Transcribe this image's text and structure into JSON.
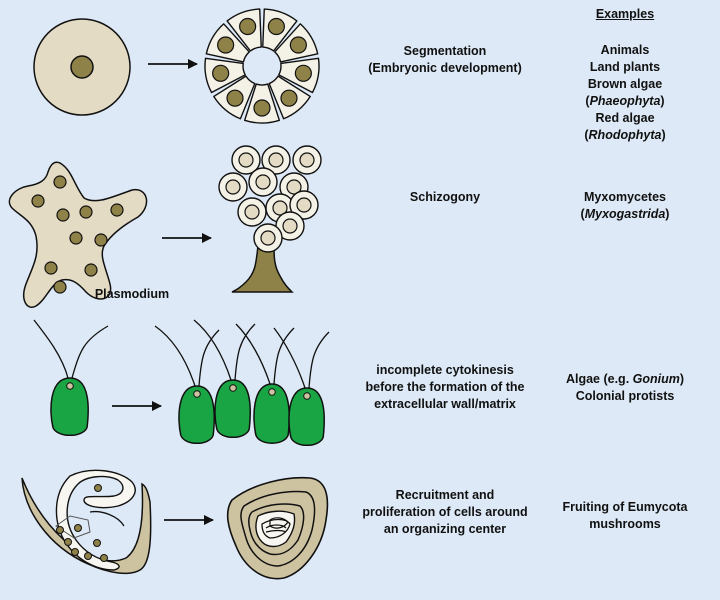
{
  "header": {
    "examples": "Examples"
  },
  "rows": [
    {
      "process": [
        "Segmentation",
        "(Embryonic development)"
      ],
      "examples": [
        {
          "text": "Animals"
        },
        {
          "text": "Land plants"
        },
        {
          "text": "Brown algae"
        },
        {
          "pre": "(",
          "italic": "Phaeophyta",
          "post": ")"
        },
        {
          "text": "Red algae"
        },
        {
          "pre": "(",
          "italic": "Rhodophyta",
          "post": ")"
        }
      ]
    },
    {
      "process": [
        "Schizogony"
      ],
      "label": "Plasmodium",
      "examples": [
        {
          "text": "Myxomycetes"
        },
        {
          "pre": "(",
          "italic": "Myxogastrida",
          "post": ")"
        }
      ]
    },
    {
      "process": [
        "incomplete cytokinesis",
        "before the formation of the",
        "extracellular wall/matrix"
      ],
      "examples": [
        {
          "pre": "Algae (e.g. ",
          "italic": "Gonium",
          "post": ")"
        },
        {
          "text": "Colonial protists"
        }
      ]
    },
    {
      "process": [
        "Recruitment and",
        "proliferation of cells around",
        "an organizing center"
      ],
      "examples": [
        {
          "text": "Fruiting of Eumycota"
        },
        {
          "text": "mushrooms"
        }
      ]
    }
  ],
  "colors": {
    "background": "#dde9f6",
    "cell_fill": "#e3dbc4",
    "nucleus": "#8f8248",
    "stalk": "#8f8248",
    "algae_green": "#1aa544",
    "outline": "#111111"
  }
}
